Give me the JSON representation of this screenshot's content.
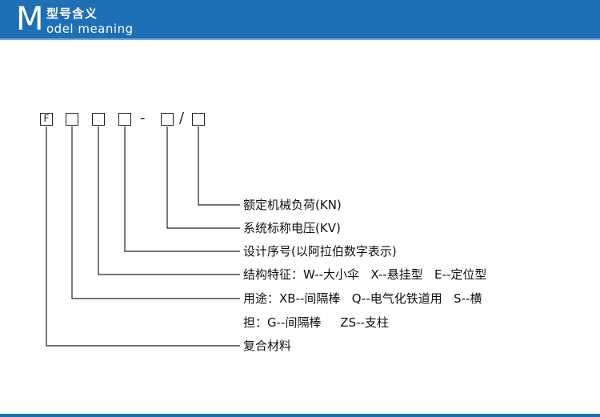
{
  "header": {
    "letter": "M",
    "title_cn": "型号含义",
    "subtitle_en": "odel meaning"
  },
  "code": {
    "first_box": "F",
    "dash": "-",
    "slash": "/"
  },
  "descriptions": [
    "额定机械负荷(KN)",
    "系统标称电压(KV)",
    "设计序号(以阿拉伯数字表示)",
    "结构特征：W--大小伞   X--悬挂型   E--定位型",
    "用途：XB--间隔棒   Q--电气化铁道用   S--横",
    "担：G--间隔棒     ZS--支柱",
    "复合材料"
  ],
  "colors": {
    "header_blue": "#1f6fb5",
    "line": "#222222"
  }
}
